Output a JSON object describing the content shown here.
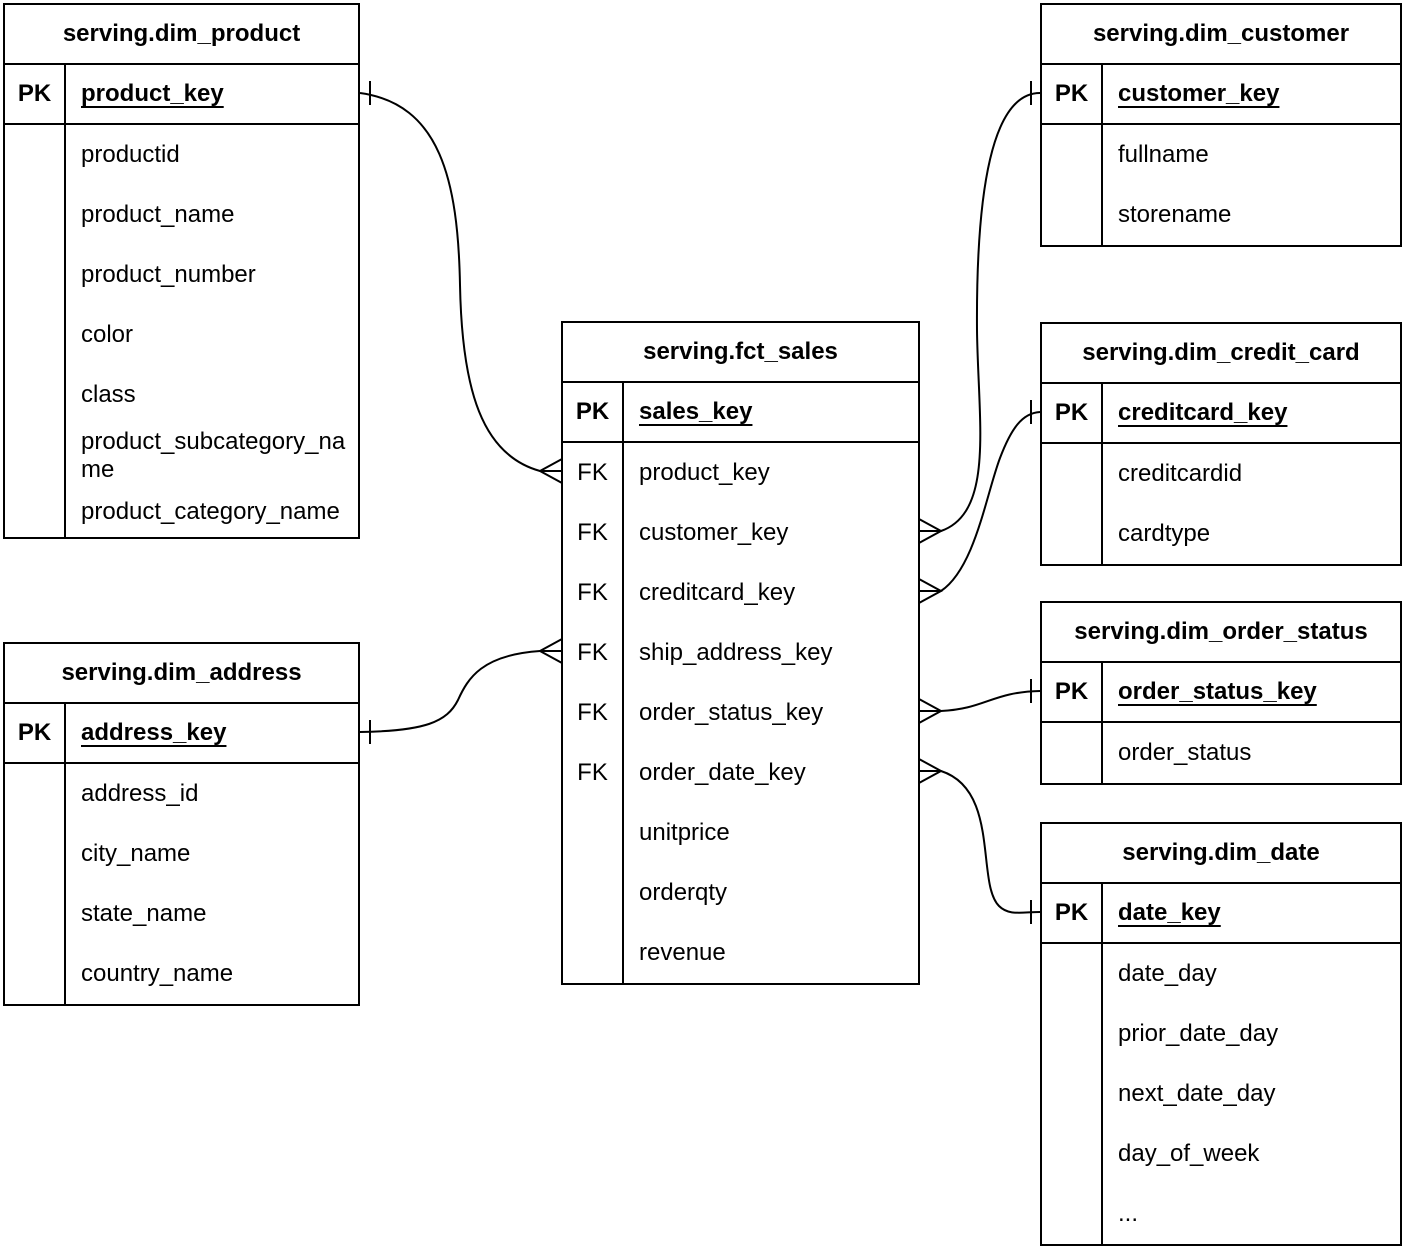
{
  "colors": {
    "background": "#ffffff",
    "line": "#000000",
    "text": "#000000"
  },
  "entities": [
    {
      "id": "dim_product",
      "title": "serving.dim_product",
      "pk": {
        "key": "PK",
        "name": "product_key"
      },
      "rows": [
        {
          "key": "",
          "name": "productid"
        },
        {
          "key": "",
          "name": "product_name"
        },
        {
          "key": "",
          "name": "product_number"
        },
        {
          "key": "",
          "name": "color"
        },
        {
          "key": "",
          "name": "class"
        },
        {
          "key": "",
          "name": "product_subcategory_name"
        },
        {
          "key": "",
          "name": "product_category_name"
        }
      ]
    },
    {
      "id": "dim_address",
      "title": "serving.dim_address",
      "pk": {
        "key": "PK",
        "name": "address_key"
      },
      "rows": [
        {
          "key": "",
          "name": "address_id"
        },
        {
          "key": "",
          "name": "city_name"
        },
        {
          "key": "",
          "name": "state_name"
        },
        {
          "key": "",
          "name": "country_name"
        }
      ]
    },
    {
      "id": "fct_sales",
      "title": "serving.fct_sales",
      "pk": {
        "key": "PK",
        "name": "sales_key"
      },
      "rows": [
        {
          "key": "FK",
          "name": "product_key"
        },
        {
          "key": "FK",
          "name": "customer_key"
        },
        {
          "key": "FK",
          "name": "creditcard_key"
        },
        {
          "key": "FK",
          "name": "ship_address_key"
        },
        {
          "key": "FK",
          "name": "order_status_key"
        },
        {
          "key": "FK",
          "name": "order_date_key"
        },
        {
          "key": "",
          "name": "unitprice"
        },
        {
          "key": "",
          "name": "orderqty"
        },
        {
          "key": "",
          "name": "revenue"
        }
      ]
    },
    {
      "id": "dim_customer",
      "title": "serving.dim_customer",
      "pk": {
        "key": "PK",
        "name": "customer_key"
      },
      "rows": [
        {
          "key": "",
          "name": "fullname"
        },
        {
          "key": "",
          "name": "storename"
        }
      ]
    },
    {
      "id": "dim_credit_card",
      "title": "serving.dim_credit_card",
      "pk": {
        "key": "PK",
        "name": "creditcard_key"
      },
      "rows": [
        {
          "key": "",
          "name": "creditcardid"
        },
        {
          "key": "",
          "name": "cardtype"
        }
      ]
    },
    {
      "id": "dim_order_status",
      "title": "serving.dim_order_status",
      "pk": {
        "key": "PK",
        "name": "order_status_key"
      },
      "rows": [
        {
          "key": "",
          "name": "order_status"
        }
      ]
    },
    {
      "id": "dim_date",
      "title": "serving.dim_date",
      "pk": {
        "key": "PK",
        "name": "date_key"
      },
      "rows": [
        {
          "key": "",
          "name": "date_day"
        },
        {
          "key": "",
          "name": "prior_date_day"
        },
        {
          "key": "",
          "name": "next_date_day"
        },
        {
          "key": "",
          "name": "day_of_week"
        },
        {
          "key": "",
          "name": "..."
        }
      ]
    }
  ],
  "relationships": [
    {
      "from": "serving.fct_sales.product_key",
      "to": "serving.dim_product.product_key",
      "from_cardinality": "many",
      "to_cardinality": "one"
    },
    {
      "from": "serving.fct_sales.ship_address_key",
      "to": "serving.dim_address.address_key",
      "from_cardinality": "many",
      "to_cardinality": "one"
    },
    {
      "from": "serving.fct_sales.customer_key",
      "to": "serving.dim_customer.customer_key",
      "from_cardinality": "many",
      "to_cardinality": "one"
    },
    {
      "from": "serving.fct_sales.creditcard_key",
      "to": "serving.dim_credit_card.creditcard_key",
      "from_cardinality": "many",
      "to_cardinality": "one"
    },
    {
      "from": "serving.fct_sales.order_status_key",
      "to": "serving.dim_order_status.order_status_key",
      "from_cardinality": "many",
      "to_cardinality": "one"
    },
    {
      "from": "serving.fct_sales.order_date_key",
      "to": "serving.dim_date.date_key",
      "from_cardinality": "many",
      "to_cardinality": "one"
    }
  ]
}
